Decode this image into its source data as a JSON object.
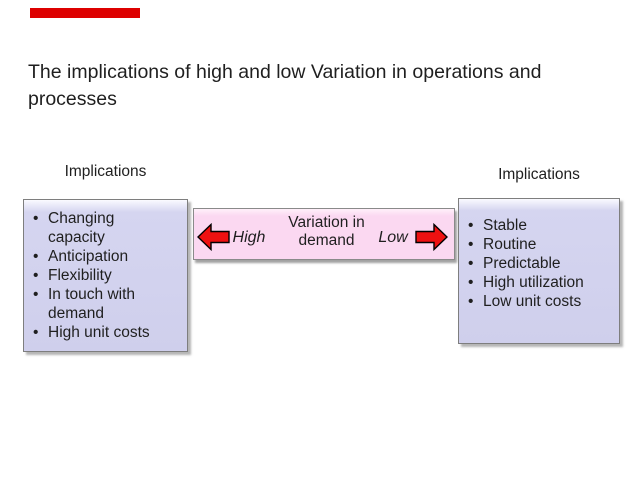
{
  "title": "The implications of high and low Variation in operations and processes",
  "bullet_char": "•",
  "left_panel": {
    "label": "Implications",
    "items": [
      "Changing capacity",
      "Anticipation",
      "Flexibility",
      "In touch with demand",
      "High unit costs"
    ]
  },
  "right_panel": {
    "label": "Implications",
    "items": [
      "Stable",
      "Routine",
      "Predictable",
      "High utilization",
      "Low unit costs"
    ]
  },
  "center": {
    "high_label": "High",
    "low_label": "Low",
    "axis_label": "Variation in demand"
  },
  "colors": {
    "accent_red": "#dd0000",
    "arrow_red": "#ee1111",
    "panel_fill": "#d5d5f0",
    "center_fill": "#fbd8f1",
    "text": "#1f1f1f"
  }
}
